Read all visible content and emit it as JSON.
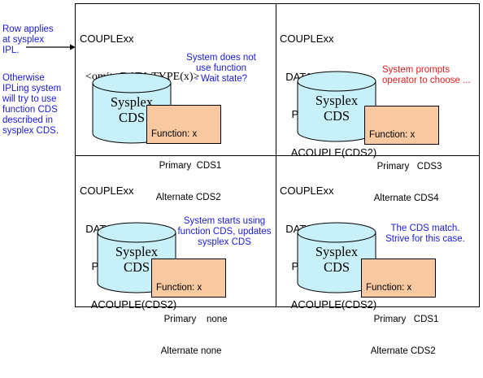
{
  "side": {
    "row_note": "Row applies\nat sysplex\nIPL.",
    "otherwise_note": "Otherwise\nIPLing system\nwill try to use\nfunction CDS\ndescribed in\nsysplex CDS."
  },
  "panels": [
    {
      "code_lines": [
        "COUPLExx",
        "  <omits DATA TYPE(x)>"
      ],
      "note": "System does not\nuse function\n- Wait state?",
      "cylinder": [
        "Sysplex",
        "CDS"
      ],
      "function_box": [
        "Function: x",
        "   Primary  CDS1",
        "  Alternate CDS2"
      ]
    },
    {
      "code_lines": [
        "COUPLExx",
        "  DATA TYPE(x)",
        "    PCOUPLE(CDS1)",
        "    ACOUPLE(CDS2)"
      ],
      "note": "System prompts\noperator to choose ...",
      "cylinder": [
        "Sysplex",
        "CDS"
      ],
      "function_box": [
        "Function: x",
        "   Primary   CDS3",
        "  Alternate CDS4"
      ]
    },
    {
      "code_lines": [
        "COUPLExx",
        "  DATA TYPE(x)",
        "    PCOUPLE(CDS1)",
        "    ACOUPLE(CDS2)"
      ],
      "note": "System starts using\nfunction CDS, updates\nsysplex CDS",
      "cylinder": [
        "Sysplex",
        "CDS"
      ],
      "function_box": [
        "Function: x",
        "   Primary    none",
        "  Alternate none"
      ]
    },
    {
      "code_lines": [
        "COUPLExx",
        "  DATA TYPE(x)",
        "    PCOUPLE(CDS1)",
        "    ACOUPLE(CDS2)"
      ],
      "note": "The CDS match.\nStrive for this case.",
      "cylinder": [
        "Sysplex",
        "CDS"
      ],
      "function_box": [
        "Function: x",
        "   Primary   CDS1",
        "  Alternate CDS2"
      ]
    }
  ],
  "colors": {
    "note_blue": "#1a1ad9",
    "note_red": "#e02020",
    "cylinder_fill": "#c8f0f8",
    "function_box_fill": "#f8c8a0"
  }
}
